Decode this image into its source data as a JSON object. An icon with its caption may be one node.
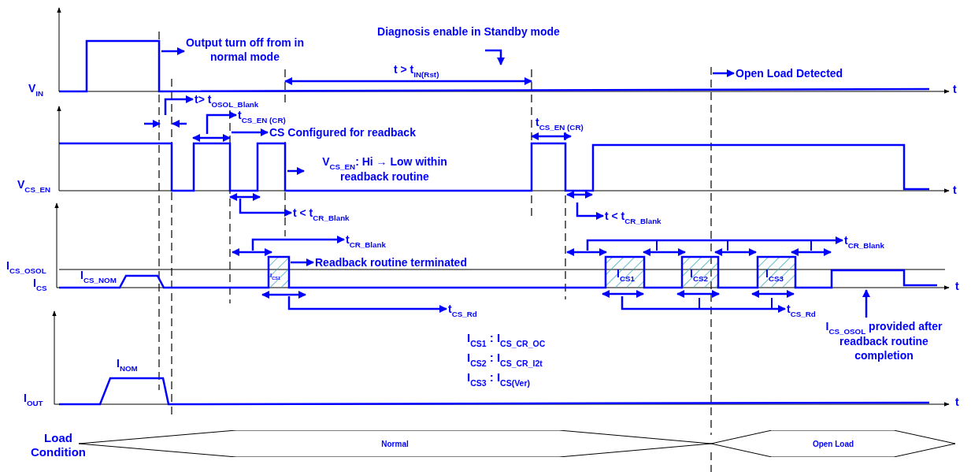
{
  "diagram": {
    "nodes": [
      {
        "text": [
          "Normal"
        ]
      },
      {
        "text": [
          "Open Load"
        ]
      }
    ],
    "labels": [
      "Diagnosis enable in Standby mode",
      "Output turn off from in normal mode",
      "t > t$_{IN(Rst)}$",
      "Open Load Detected",
      "V$_{IN}$",
      "t",
      "t> t$_{OSOL_Blank}$",
      "t$_{CS_EN (CR)}$",
      "t$_{CS_EN (CR)}$",
      "CS Configured for readback",
      "V$_{CS_EN}$: Hi → Low within readback routine",
      "V$_{CS_EN}$",
      "t",
      "t < t$_{CR_Blank}$",
      "t < t$_{CR_Blank}$",
      "t$_{CR_Blank}$",
      "t$_{CR_Blank}$",
      "I$_{CS_OSOL}$",
      "Readback routine terminated",
      "I$_{CS}$",
      "I$_{CS_NOM}$",
      "I$_{CS1}$",
      "I$_{CS1}$",
      "I$_{CS2}$",
      "I$_{CS3}$",
      "t",
      "t$_{CS_Rd}$",
      "t$_{CS_Rd}$",
      "I$_{CS_OSOL}$ provided after readback routine completion",
      "I$_{CS1}$ : I$_{CS_CR_OC}$",
      "I$_{CS2}$ : I$_{CS_CR_I2t}$",
      "I$_{CS3}$ : I$_{CS(Ver)}$",
      "I$_{NOM}$",
      "I$_{OUT}$",
      "t",
      "Load Condition"
    ]
  }
}
